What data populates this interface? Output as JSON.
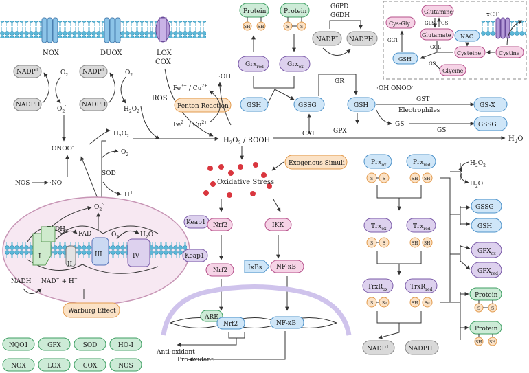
{
  "membrane": {
    "nox": "NOX",
    "duox": "DUOX",
    "lox": "LOX",
    "cox": "COX",
    "ros": "ROS"
  },
  "left": {
    "nadp1": "NADP",
    "nadp1_sup": "+",
    "o2a": "O",
    "o2a_sub": "2",
    "nadph1": "NADPH",
    "o2m": "O",
    "o2m_sub": "2",
    "o2m_sup": "·-",
    "nadp2": "NADP",
    "nadp2_sup": "+",
    "o2b": "O",
    "o2b_sub": "2",
    "nadph2": "NADPH",
    "h2o2a": "H",
    "h2o2a_sub": "2",
    "h2o2a_o": "O",
    "h2o2a_sub2": "2",
    "onoo": "ONOO",
    "onoo_sup": "-",
    "nos": "NOS",
    "no": "·NO",
    "sod": "SOD",
    "o2c": "O",
    "o2c_sub": "2",
    "hplus": "H",
    "hplus_sup": "+",
    "h2o2b": "H",
    "h2o2b_sub": "2",
    "h2o2b_o": "O",
    "h2o2b_sub2": "2"
  },
  "mito": {
    "o2m": "O",
    "o2m_sub": "2",
    "o2m_sup": "·-",
    "fadh2": "FADH",
    "fadh2_sub": "2",
    "fad": "FAD",
    "o2": "O",
    "o2_sub": "2",
    "h2o": "H",
    "h2o_sub": "2",
    "h2o_o": "O",
    "c1": "I",
    "c2": "II",
    "c3": "III",
    "c4": "IV",
    "nadh": "NADH",
    "nad": "NAD",
    "nad_sup": "+",
    "nad_rest": " + H",
    "nad_sup2": "+",
    "warburg": "Warburg Effect"
  },
  "fenton": {
    "oh": "·OH",
    "fe3": "Fe",
    "fe3_sup": "3+",
    "fe3_rest": " / Cu",
    "fe3_sup2": "2+",
    "fe2": "Fe",
    "fe2_sup": "2+",
    "fe2_rest": " / Cu",
    "fe2_sup2": "2+",
    "label": "Fenton Reaction"
  },
  "center": {
    "h2o2": "H",
    "h2o2_sub": "2",
    "h2o2_o": "O",
    "h2o2_sub2": "2",
    "h2o2_rest": " / ROOH",
    "cat": "CAT",
    "gpx": "GPX",
    "h2o": "H",
    "h2o_sub": "2",
    "h2o_o": "O",
    "oxstress": "Oxidative Stress",
    "exo": "Exogenous Simuli"
  },
  "glut": {
    "protein": "Protein",
    "sh": "SH",
    "s": "S",
    "grx": "Grx",
    "grx_red": "red",
    "grx_ox": "ox",
    "gsh": "GSH",
    "gssg": "GSSG",
    "g6pd": "G6PD",
    "g6dh": "G6DH",
    "nadp": "NADP",
    "nadp_sup": "+",
    "nadph": "NADPH",
    "gr": "GR",
    "gst": "GST",
    "electro": "Electrophiles",
    "gsx": "GS-X",
    "gsrad": "GS",
    "gsrad_sup": "·",
    "ohonoo": "·OH  ONOO",
    "ohonoo_sup": "-"
  },
  "inset": {
    "glutamine": "Glutamine",
    "glutamate": "Glutamate",
    "cysgly": "Cys-Gly",
    "gls": "GLS",
    "gs": "GS",
    "ggt": "GGT",
    "gcl": "GCL",
    "gs2": "GS",
    "gsh": "GSH",
    "nac": "NAC",
    "cysteine": "Cysteine",
    "cystine": "Cystine",
    "glycine": "Glycine",
    "xct": "xCT"
  },
  "nrf": {
    "keap1a": "Keap1",
    "nrf2a": "Nrf2",
    "keap1b": "Keap1",
    "nrf2b": "Nrf2",
    "ikk": "IKK",
    "ikbs": "IκBs",
    "nfkb": "NF-κB",
    "are": "ARE",
    "nrf2c": "Nrf2",
    "nfkbc": "NF-κB",
    "anti": "Anti-oxidant",
    "pro": "Pro-oxidant",
    "genes_anti": [
      "NQO1",
      "GPX",
      "SOD",
      "HO-I"
    ],
    "genes_pro": [
      "NOX",
      "LOX",
      "COX",
      "NOS"
    ]
  },
  "trx": {
    "prx": "Prx",
    "ox": "ox",
    "red": "red",
    "trx": "Trx",
    "trxr": "TrxR",
    "s": "S",
    "sh": "SH",
    "se": "Se",
    "nadp": "NADP",
    "nadp_sup": "+",
    "nadph": "NADPH",
    "h2o2": "H",
    "h2o2_sub": "2",
    "h2o2_o": "O",
    "h2o2_sub2": "2",
    "h2o": "H",
    "h2o_sub": "2",
    "h2o_o": "O",
    "gssg": "GSSG",
    "gsh": "GSH",
    "gpx": "GPX",
    "protein": "Protein"
  },
  "colors": {
    "gray_fill": "#d9d9d9",
    "blue_fill": "#cfe6f8",
    "blue_stroke": "#4a90c8",
    "green_fill": "#cdebd7",
    "green_stroke": "#3f9f63",
    "pink_fill": "#f6d3e6",
    "pink_stroke": "#b5508a",
    "purple_fill": "#ddd1ee",
    "purple_stroke": "#7a5aa8",
    "orange_fill": "#fbe2c6",
    "orange_stroke": "#e29a4c",
    "red_dot": "#d9363e"
  }
}
